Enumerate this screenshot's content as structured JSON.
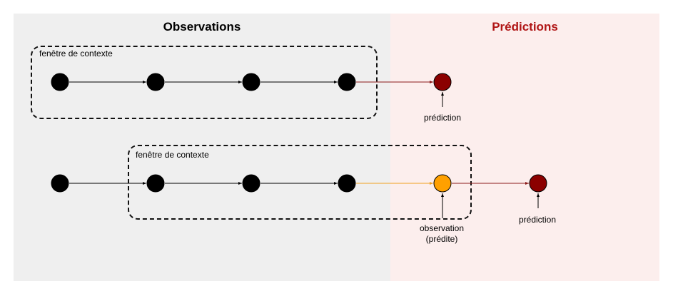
{
  "headings": {
    "observations": "Observations",
    "predictions": "Prédictions"
  },
  "context_windows": {
    "row1_label": "fenêtre de contexte",
    "row2_label": "fenêtre de contexte"
  },
  "captions": {
    "prediction_row1": "prédiction",
    "observation_predicted_line1": "observation",
    "observation_predicted_line2": "(prédite)",
    "prediction_row2": "prédiction"
  },
  "colors": {
    "observations_bg": "#efefef",
    "predictions_bg": "#fceeed",
    "predictions_heading": "#b01515",
    "observed_node": "#000000",
    "predicted_node": "#8b0000",
    "predicted_observation_node": "#ffa000",
    "prediction_edge": "#8b1a1a",
    "orange_edge": "#f0a020"
  }
}
